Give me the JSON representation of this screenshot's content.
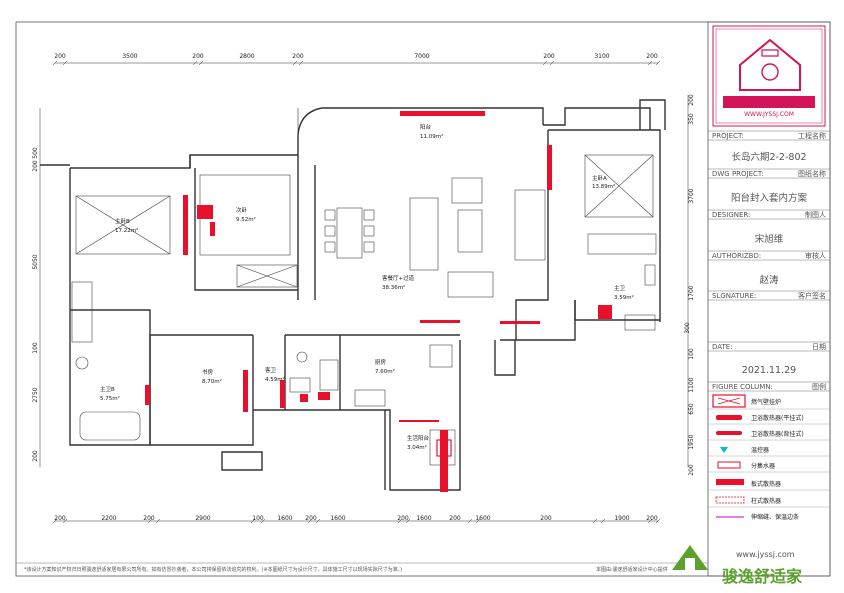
{
  "title_block": {
    "logo_url": "WWW.JYSSJ.COM",
    "project_label": "PROJECT:",
    "project_label_cn": "工程名称",
    "project_value": "长岛六期2-2-802",
    "dwg_label": "DWG PROJECT:",
    "dwg_label_cn": "图纸名称",
    "dwg_value": "阳台封入套内方案",
    "designer_label": "DESIGNER:",
    "designer_label_cn": "制图人",
    "designer_value": "宋旭维",
    "authorized_label": "AUTHORIZBD:",
    "authorized_label_cn": "审核人",
    "authorized_value": "赵涛",
    "signature_label": "SLGNATURE:",
    "signature_label_cn": "客户签名",
    "date_label": "DATE:",
    "date_label_cn": "日期",
    "date_value": "2021.11.29",
    "figure_label": "FIGURE COLUMN:",
    "figure_label_cn": "图例"
  },
  "legend": [
    {
      "label": "燃气壁挂炉"
    },
    {
      "label": "卫浴散热器(平挂式)"
    },
    {
      "label": "卫浴散热器(背挂式)"
    },
    {
      "label": "温控器"
    },
    {
      "label": "分集水器"
    },
    {
      "label": "板式散热器"
    },
    {
      "label": "柱式散热器"
    },
    {
      "label": "伸缩缝、保温边条"
    }
  ],
  "top_dims": [
    "200",
    "3500",
    "200",
    "2800",
    "200",
    "7000",
    "200",
    "3100",
    "200"
  ],
  "bottom_dims": [
    "200",
    "2200",
    "200",
    "2900",
    "100",
    "1600",
    "200",
    "1600",
    "200",
    "1600",
    "200",
    "1600",
    "200",
    "1900",
    "200"
  ],
  "left_dims": [
    "200",
    "500",
    "5050",
    "100",
    "2750",
    "200"
  ],
  "right_dims": [
    "200",
    "350",
    "3700",
    "1700",
    "300",
    "100",
    "1100",
    "650",
    "1950",
    "200"
  ],
  "rooms": [
    {
      "name": "阳台",
      "area": "11.09m²"
    },
    {
      "name": "主卧B",
      "area": "17.22m²"
    },
    {
      "name": "次卧",
      "area": "9.52m²"
    },
    {
      "name": "客餐厅+过道",
      "area": "38.36m²"
    },
    {
      "name": "主卧A",
      "area": "13.89m²"
    },
    {
      "name": "主卫",
      "area": "3.59m²"
    },
    {
      "name": "主卫B",
      "area": "5.75m²"
    },
    {
      "name": "书房",
      "area": "8.70m²"
    },
    {
      "name": "客卫",
      "area": "4.59m²"
    },
    {
      "name": "厨房",
      "area": "7.60m²"
    },
    {
      "name": "生活阳台",
      "area": "3.04m²"
    }
  ],
  "footer_note": "*该设计方案知识产权归日照骏逸舒适家居有限公司所有。如有仿冒抄袭者，本公司将保留依法追究的权利。(※本图纸尺寸为设计尺寸，具体施工尺寸以现场实际尺寸为准。)",
  "footer_right": "本图由:骏逸舒适家设计中心提供",
  "brand_url": "www.jyssj.com",
  "brand_name": "骏逸舒适家",
  "colors": {
    "line": "#333333",
    "red": "#e8102a",
    "pink": "#d4145a",
    "magenta": "#c800c8"
  }
}
